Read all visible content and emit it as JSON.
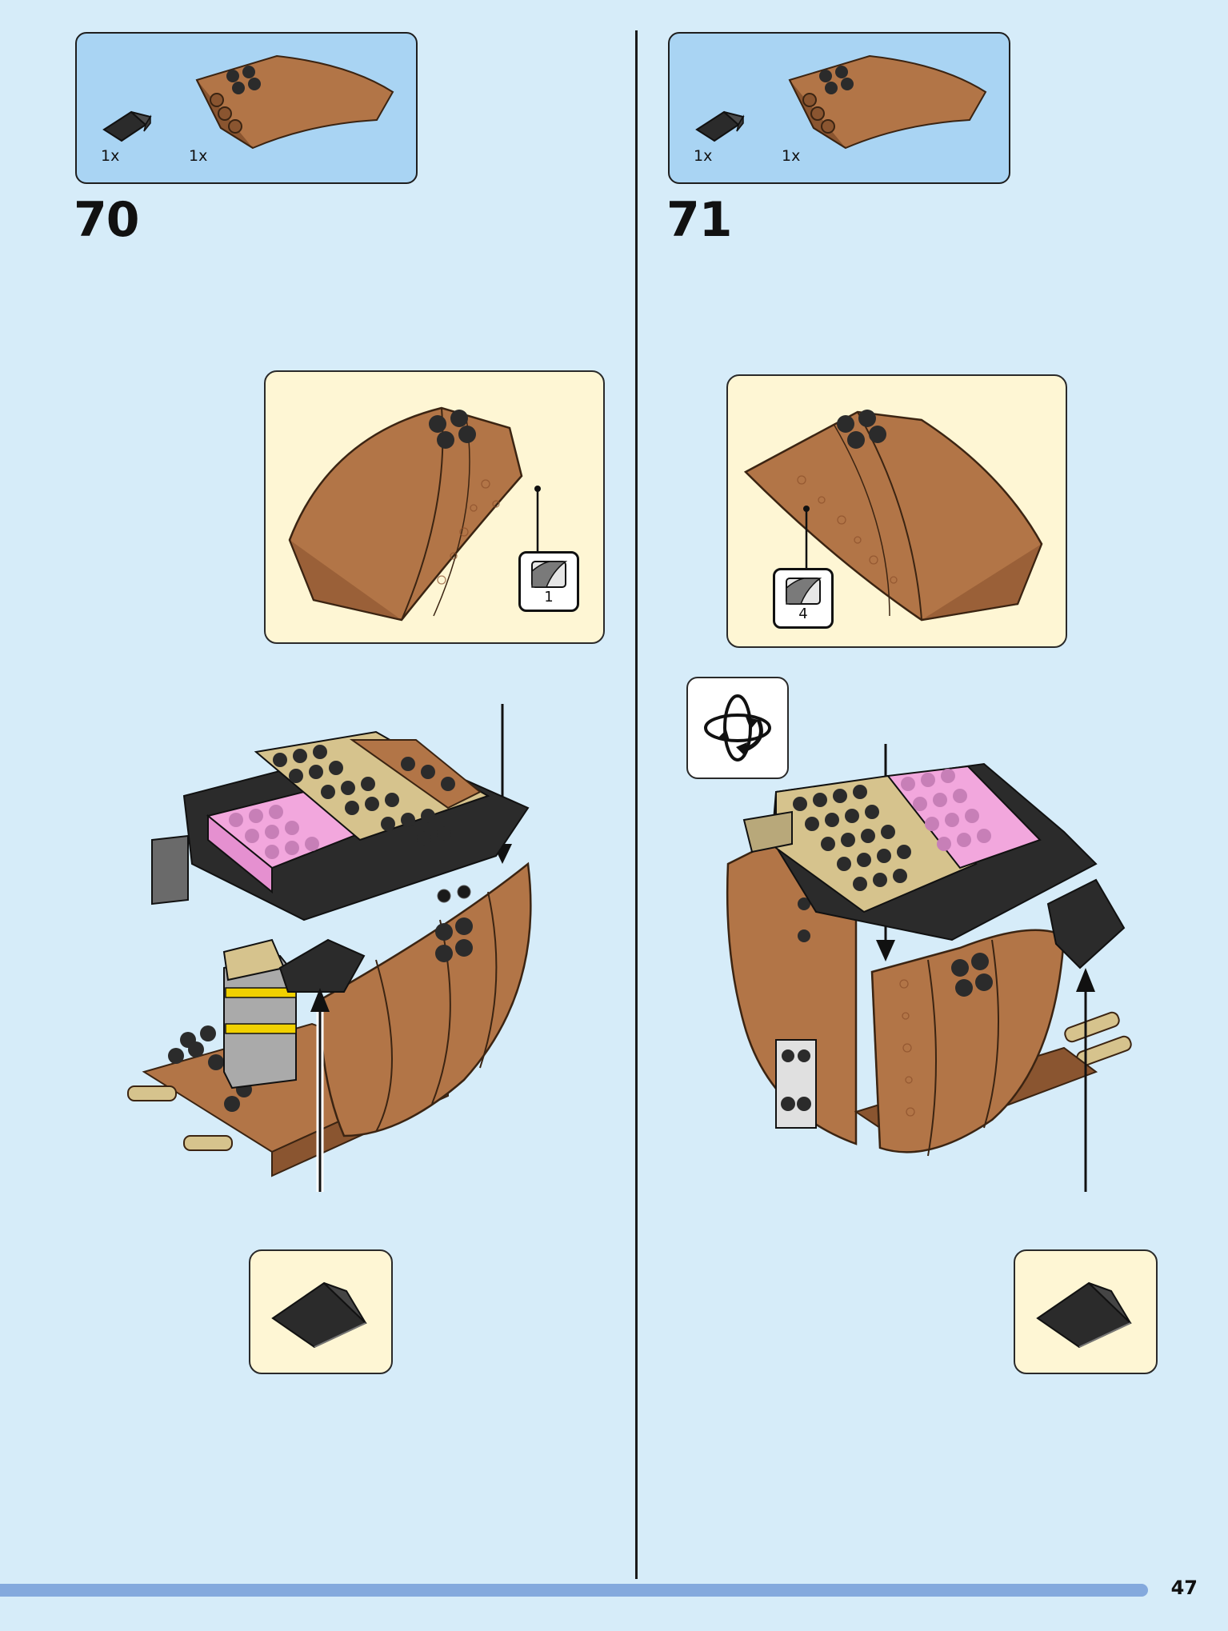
{
  "steps": [
    {
      "number": "70",
      "parts": [
        {
          "qty": "1x",
          "part": "black-slope-icon"
        },
        {
          "qty": "1x",
          "part": "brown-curved-wedge-icon"
        }
      ],
      "sticker_number": "1"
    },
    {
      "number": "71",
      "parts": [
        {
          "qty": "1x",
          "part": "black-slope-icon"
        },
        {
          "qty": "1x",
          "part": "brown-curved-wedge-icon"
        }
      ],
      "sticker_number": "4"
    }
  ],
  "page_number": "47",
  "colors": {
    "background": "#d6ecf9",
    "parts_box": "#a9d4f3",
    "callout": "#fef6d4",
    "brown": "#b27547",
    "black": "#2b2b2b",
    "tan": "#d6c38d",
    "pink": "#f2a7dd",
    "progress": "#84a9dd"
  }
}
